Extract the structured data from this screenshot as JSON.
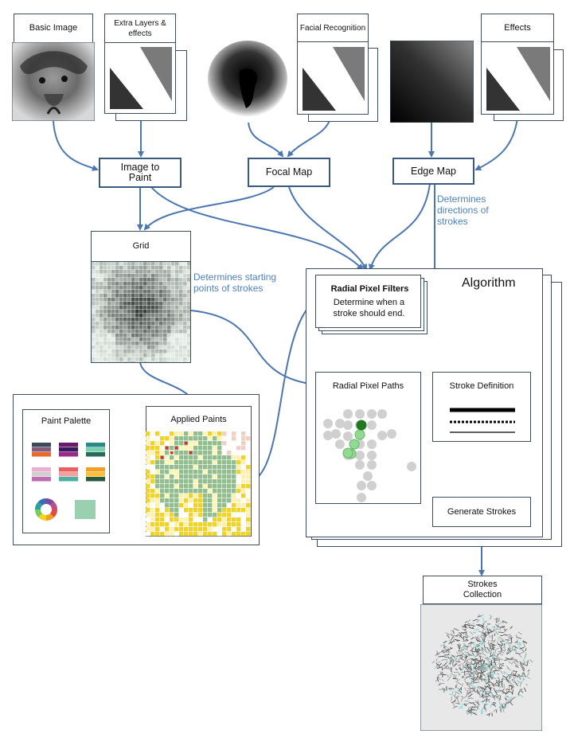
{
  "inputs": {
    "basic_image": "Basic Image",
    "extra_layers": "Extra Layers & effects",
    "facial_recognition": "Facial Recognition",
    "effects": "Effects"
  },
  "nodes": {
    "image_to_paint": "Image to Paint",
    "focal_map": "Focal Map",
    "edge_map": "Edge Map",
    "grid": "Grid",
    "paint_palette": "Paint Palette",
    "applied_paints": "Applied Paints",
    "algorithm": "Algorithm",
    "radial_pixel_filters_title": "Radial Pixel Filters",
    "radial_pixel_filters_desc": "Determine when a stroke should end.",
    "radial_pixel_paths": "Radial Pixel Paths",
    "stroke_definition": "Stroke Definition",
    "generate_strokes": "Generate Strokes",
    "strokes_collection": "Strokes Collection"
  },
  "annotations": {
    "directions": "Determines directions of strokes",
    "starting_points": "Determines starting points of strokes"
  },
  "colors": {
    "arrow": "#4a76b2",
    "border": "#3c4e60",
    "annotation": "#4f81bd",
    "path_dot": "#d0d0d0",
    "path_active": "#8fdb8f",
    "path_start": "#1f7a1f",
    "paint_green": "#8fbf8a",
    "paint_yellow": "#f2d51b"
  },
  "swatches": [
    [
      "#3a4a5a",
      "#8a5a7a",
      "#e66a2a"
    ],
    [
      "#6a1a6a",
      "#3a1a5a",
      "#9a2a8a"
    ],
    [
      "#2a8a8a",
      "#7ad0b0",
      "#2a6a5a"
    ],
    [
      "#e8b0d0",
      "#d0d0d0",
      "#c06ab0"
    ],
    [
      "#e86060",
      "#f0a0a0",
      "#4ab0a0"
    ],
    [
      "#f0a020",
      "#f8c040",
      "#2a5a3a"
    ]
  ]
}
